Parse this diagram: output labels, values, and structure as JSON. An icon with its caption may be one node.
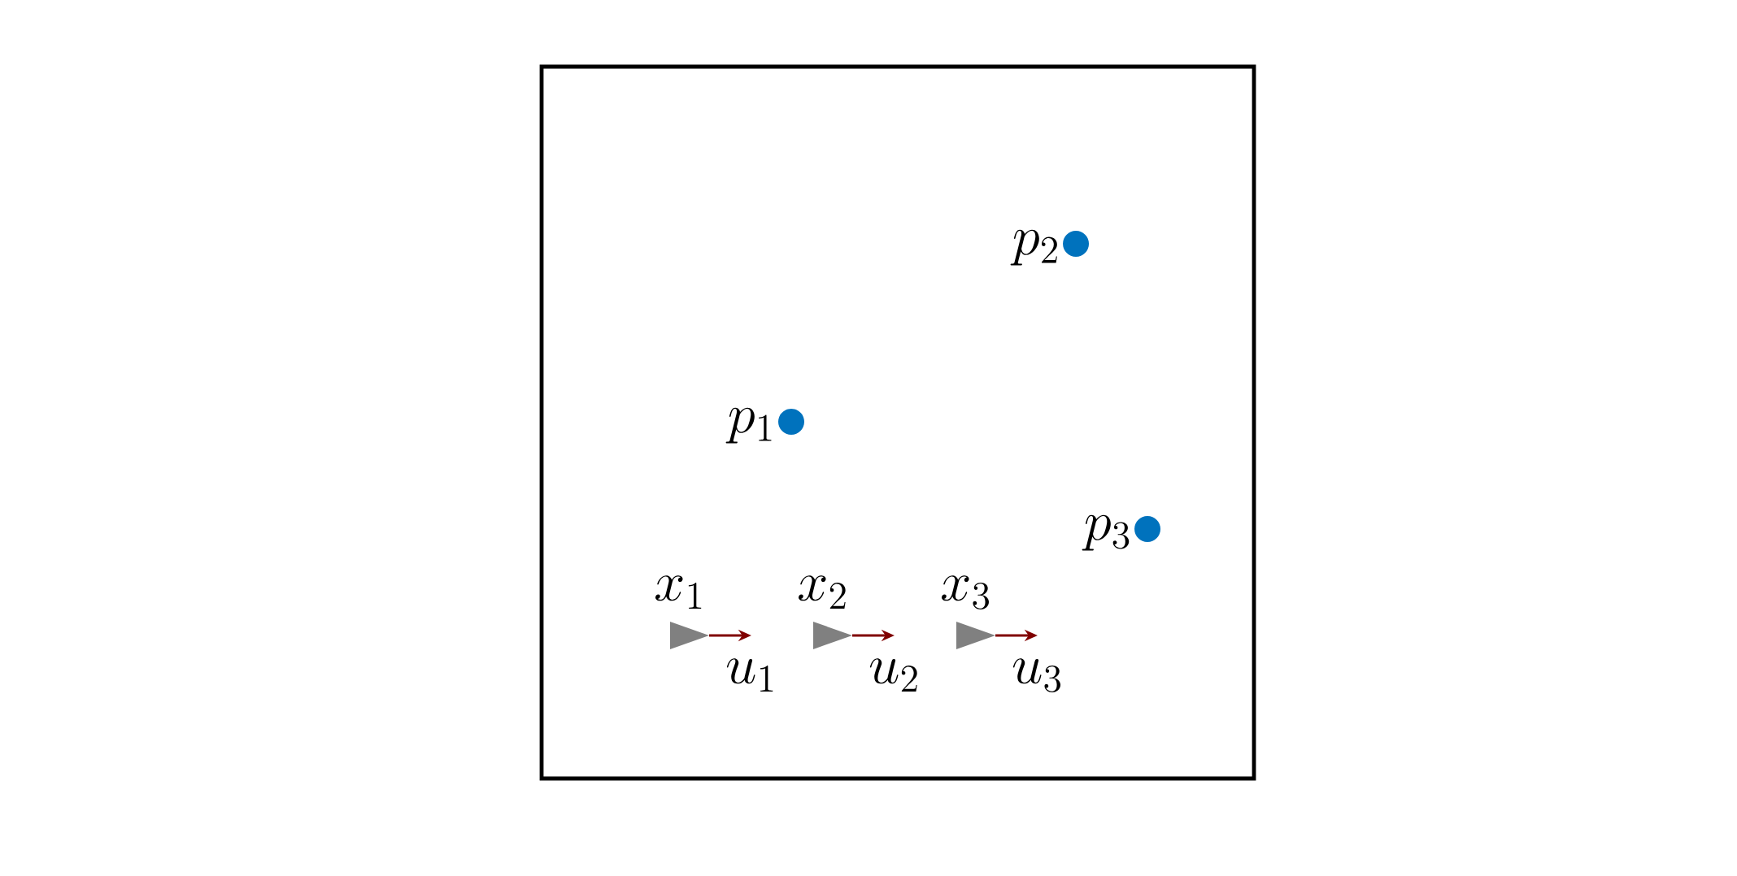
{
  "diagram": {
    "labels": [
      "p_2",
      "p_1",
      "p_3",
      "x_1",
      "x_2",
      "x_3",
      "u_1",
      "u_2",
      "u_3"
    ]
  }
}
